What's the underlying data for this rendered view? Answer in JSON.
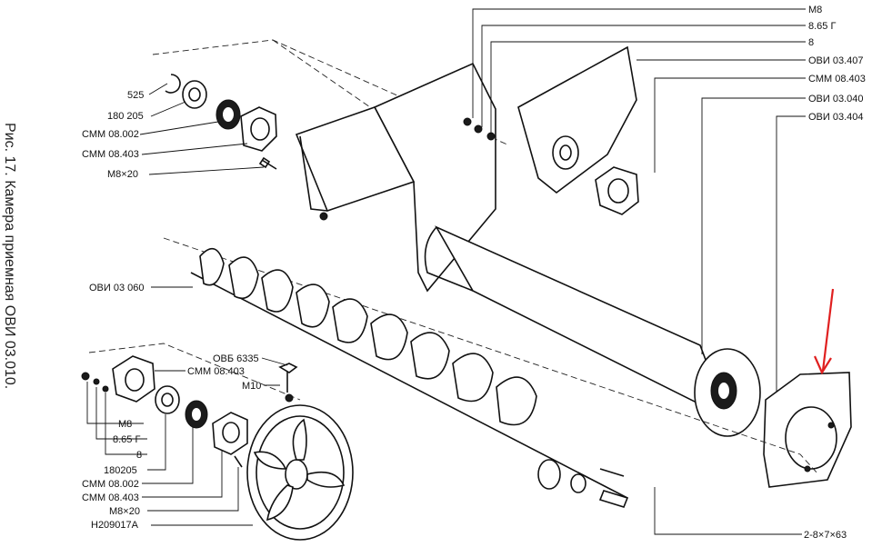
{
  "caption": "Рис. 17. Камера приемная ОВИ 03.010.",
  "colors": {
    "ink": "#111111",
    "arrow": "#e02020",
    "paper": "#ffffff"
  },
  "labels": {
    "top_left": [
      "525",
      "180 205",
      "СММ 08.002",
      "СММ 08.403",
      "М8×20"
    ],
    "top_right": [
      "М8",
      "8.65 Г",
      "8",
      "ОВИ 03.407",
      "СММ 08.403",
      "ОВИ 03.040",
      "ОВИ 03.404"
    ],
    "auger": "ОВИ 03 060",
    "bottom_left": [
      "М8",
      "8.65 Г",
      "8",
      "180205",
      "СММ 08.002",
      "СММ 08.403",
      "М8×20",
      "Н209017А"
    ],
    "bolt": [
      "ОВБ 6335",
      "М10",
      "СММ 08.403"
    ],
    "key": "2-8×7×63"
  }
}
